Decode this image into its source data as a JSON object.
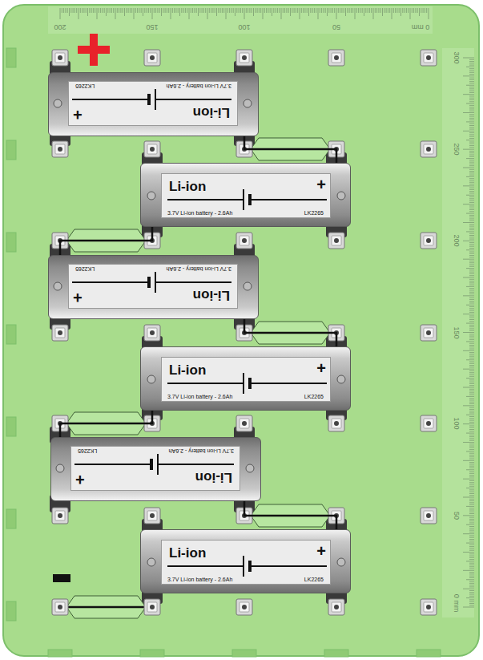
{
  "diagram": {
    "nodes": [
      {
        "text": [
          "Li-ion",
          "3.7V Li-ion battery - 2.6Ah",
          "LK2265",
          "+"
        ]
      },
      {
        "text": [
          "Li-ion",
          "3.7V Li-ion battery - 2.6Ah",
          "LK2265",
          "+"
        ]
      },
      {
        "text": [
          "Li-ion",
          "3.7V Li-ion battery - 2.6Ah",
          "LK2265",
          "+"
        ]
      },
      {
        "text": [
          "Li-ion",
          "3.7V Li-ion battery - 2.6Ah",
          "LK2265",
          "+"
        ]
      },
      {
        "text": [
          "Li-ion",
          "3.7V Li-ion battery - 2.6Ah",
          "LK2265",
          "+"
        ]
      },
      {
        "text": [
          "Li-ion",
          "3.7V Li-ion battery - 2.6Ah",
          "LK2265",
          "+"
        ]
      }
    ],
    "edges": [
      {
        "from": 0,
        "to": 1,
        "arrow": "none"
      },
      {
        "from": 1,
        "to": 2,
        "arrow": "none"
      },
      {
        "from": 2,
        "to": 3,
        "arrow": "none"
      },
      {
        "from": 3,
        "to": 4,
        "arrow": "none"
      },
      {
        "from": 4,
        "to": 5,
        "arrow": "none"
      }
    ],
    "labels": [
      "200",
      "150",
      "100",
      "50",
      "0 mm",
      "300",
      "250",
      "200",
      "150",
      "100",
      "50",
      "0 mm"
    ]
  }
}
